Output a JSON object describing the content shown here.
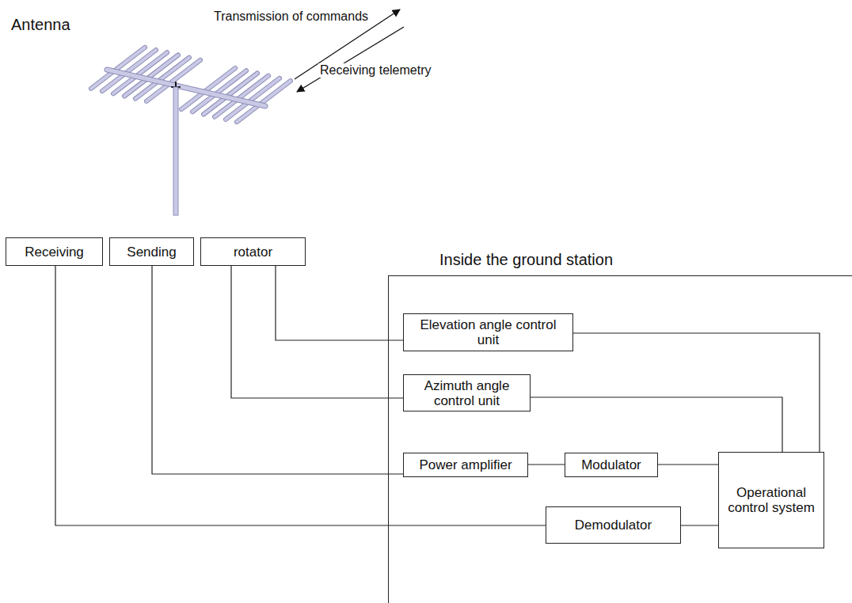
{
  "diagram": {
    "nodes": [
      {
        "text": [
          "Receiving"
        ]
      },
      {
        "text": [
          "Sending"
        ]
      },
      {
        "text": [
          "rotator"
        ]
      },
      {
        "text": [
          "Inside the ground station"
        ]
      },
      {
        "text": [
          "Elevation angle control unit"
        ],
        "in": 3
      },
      {
        "text": [
          "Azimuth angle control unit"
        ],
        "in": 3
      },
      {
        "text": [
          "Power amplifier"
        ],
        "in": 3
      },
      {
        "text": [
          "Modulator"
        ],
        "in": 3
      },
      {
        "text": [
          "Operational control system"
        ],
        "in": 3
      },
      {
        "text": [
          "Demodulator"
        ],
        "in": 3
      }
    ],
    "edges": [
      {
        "from": 0,
        "to": 9,
        "arrow": "none"
      },
      {
        "from": 1,
        "to": 6,
        "arrow": "none"
      },
      {
        "from": 2,
        "to": 4,
        "arrow": "none"
      },
      {
        "from": 2,
        "to": 5,
        "arrow": "none"
      },
      {
        "from": 4,
        "to": 8,
        "arrow": "none"
      },
      {
        "from": 5,
        "to": 8,
        "arrow": "none"
      },
      {
        "from": 6,
        "to": 7,
        "arrow": "none"
      },
      {
        "from": 7,
        "to": 8,
        "arrow": "none"
      },
      {
        "from": 9,
        "to": 8,
        "arrow": "none"
      }
    ],
    "labels": [
      "Antenna",
      "Transmission of commands",
      "Receiving telemetry"
    ]
  }
}
